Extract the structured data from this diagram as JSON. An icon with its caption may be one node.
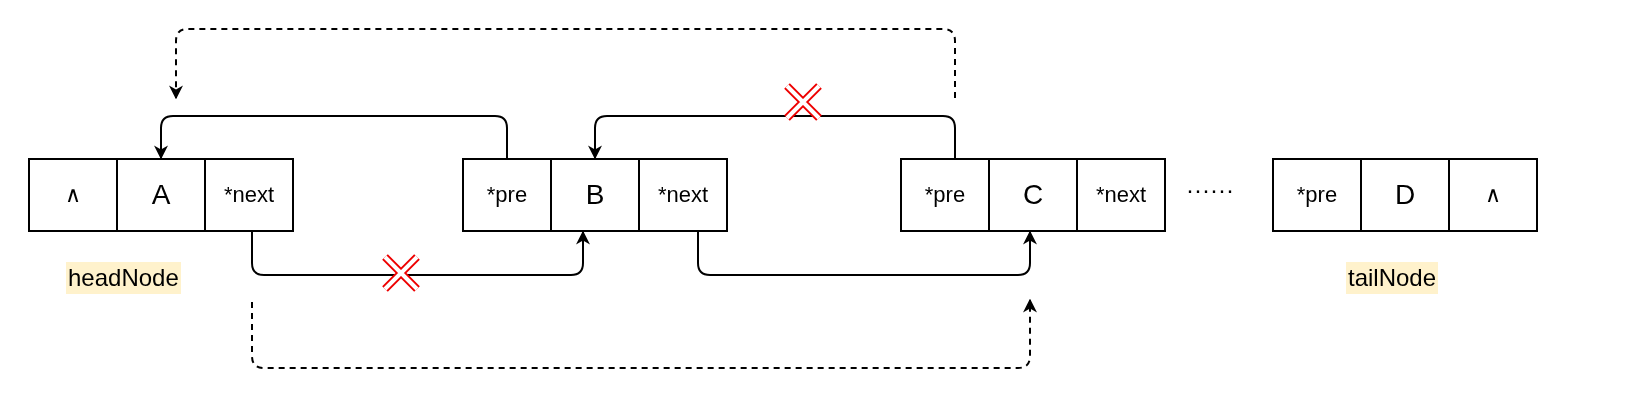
{
  "diagram": {
    "nodes": [
      {
        "text": [
          "∧"
        ]
      },
      {
        "text": [
          "A"
        ]
      },
      {
        "text": [
          "*next"
        ]
      },
      {
        "text": [
          "*pre"
        ]
      },
      {
        "text": [
          "B"
        ]
      },
      {
        "text": [
          "*next"
        ]
      },
      {
        "text": [
          "*pre"
        ]
      },
      {
        "text": [
          "C"
        ]
      },
      {
        "text": [
          "*next"
        ]
      },
      {
        "text": [
          "*pre"
        ]
      },
      {
        "text": [
          "D"
        ]
      },
      {
        "text": [
          "∧"
        ]
      }
    ],
    "edges": [
      {
        "from": 3,
        "to": 1,
        "arrow": "to"
      },
      {
        "from": 6,
        "to": 4,
        "arrow": "to"
      },
      {
        "from": 2,
        "to": 4,
        "arrow": "to"
      },
      {
        "from": 5,
        "to": 7,
        "arrow": "to"
      },
      {
        "from": null,
        "to": 1,
        "arrow": "to",
        "style": "dashed"
      },
      {
        "from": null,
        "to": 7,
        "arrow": "to",
        "style": "dashed"
      }
    ],
    "labels": [
      "headNode",
      "······",
      "tailNode"
    ]
  }
}
